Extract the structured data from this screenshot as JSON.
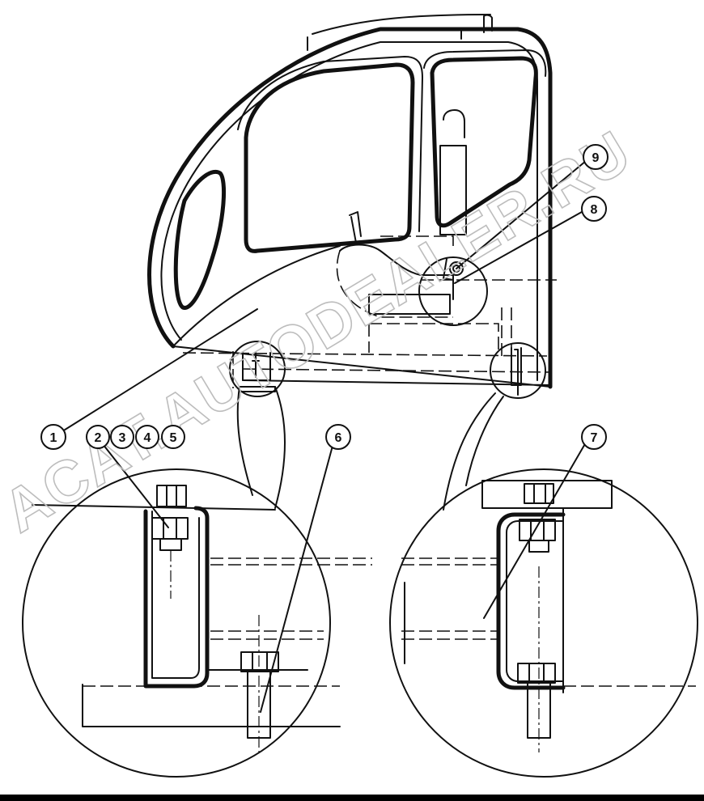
{
  "watermark": "ACAT.AUTODEALER.RU",
  "callouts": [
    {
      "id": "callout-1",
      "label": "1"
    },
    {
      "id": "callout-2",
      "label": "2"
    },
    {
      "id": "callout-3",
      "label": "3"
    },
    {
      "id": "callout-4",
      "label": "4"
    },
    {
      "id": "callout-5",
      "label": "5"
    },
    {
      "id": "callout-6",
      "label": "6"
    },
    {
      "id": "callout-7",
      "label": "7"
    },
    {
      "id": "callout-8",
      "label": "8"
    },
    {
      "id": "callout-9",
      "label": "9"
    }
  ]
}
